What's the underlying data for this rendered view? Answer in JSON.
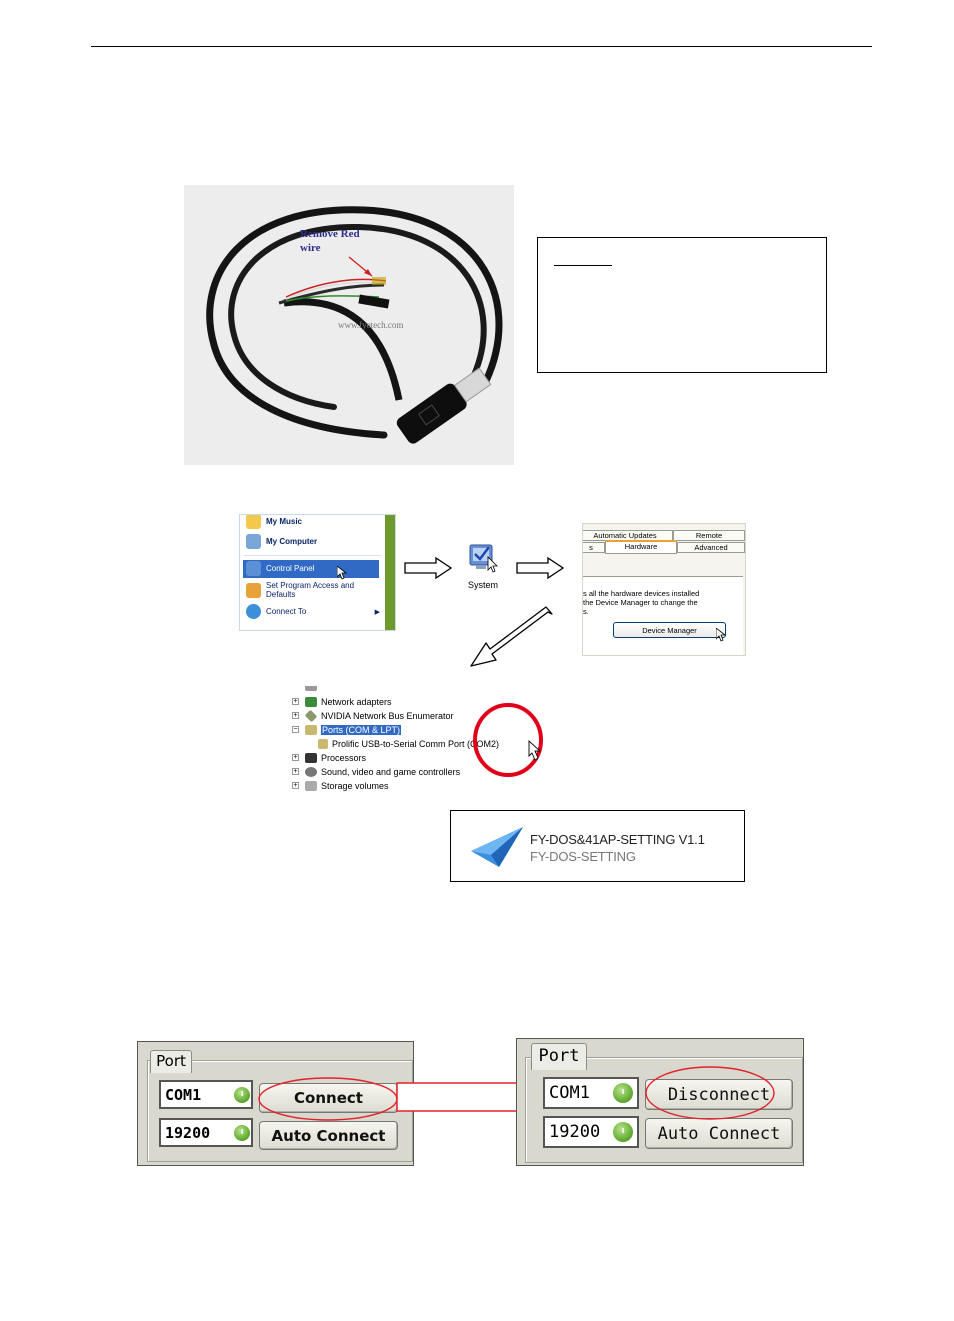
{
  "photo": {
    "annotation_line1": "Remove Red",
    "annotation_line2": "wire",
    "watermark": "www.fyetech.com"
  },
  "start_menu": {
    "items": [
      {
        "label": "My Music"
      },
      {
        "label": "My Computer"
      },
      {
        "label": "Control Panel"
      },
      {
        "label": "Set Program Access and"
      },
      {
        "label": "Defaults"
      },
      {
        "label": "Connect To"
      }
    ]
  },
  "system_icon": {
    "label": "System"
  },
  "hardware_dialog": {
    "tabs": [
      "Automatic Updates",
      "Remote",
      "s",
      "Hardware",
      "Advanced"
    ],
    "text_line1": "s all the hardware devices installed",
    "text_line2": "the Device Manager to change the",
    "text_line3": "s.",
    "button": "Device Manager"
  },
  "device_tree": {
    "rows": [
      {
        "label": "Network adapters"
      },
      {
        "label": "NVIDIA Network Bus Enumerator"
      },
      {
        "label": "Ports (COM & LPT)"
      },
      {
        "label": "Prolific USB-to-Serial Comm Port (COM2)"
      },
      {
        "label": "Processors"
      },
      {
        "label": "Sound, video and game controllers"
      },
      {
        "label": "Storage volumes"
      }
    ]
  },
  "app_tile": {
    "title": "FY-DOS&41AP-SETTING V1.1",
    "subtitle": "FY-DOS-SETTING"
  },
  "port_panel_left": {
    "group": "Port",
    "port": "COM1",
    "baud": "19200",
    "connect_button": "Connect",
    "auto_button": "Auto Connect"
  },
  "port_panel_right": {
    "group": "Port",
    "port": "COM1",
    "baud": "19200",
    "connect_button": "Disconnect",
    "auto_button": "Auto Connect"
  },
  "colors": {
    "highlight_circle": "#e0001a",
    "selection_blue": "#316ac5",
    "ellipse_red": "#e2222a"
  }
}
